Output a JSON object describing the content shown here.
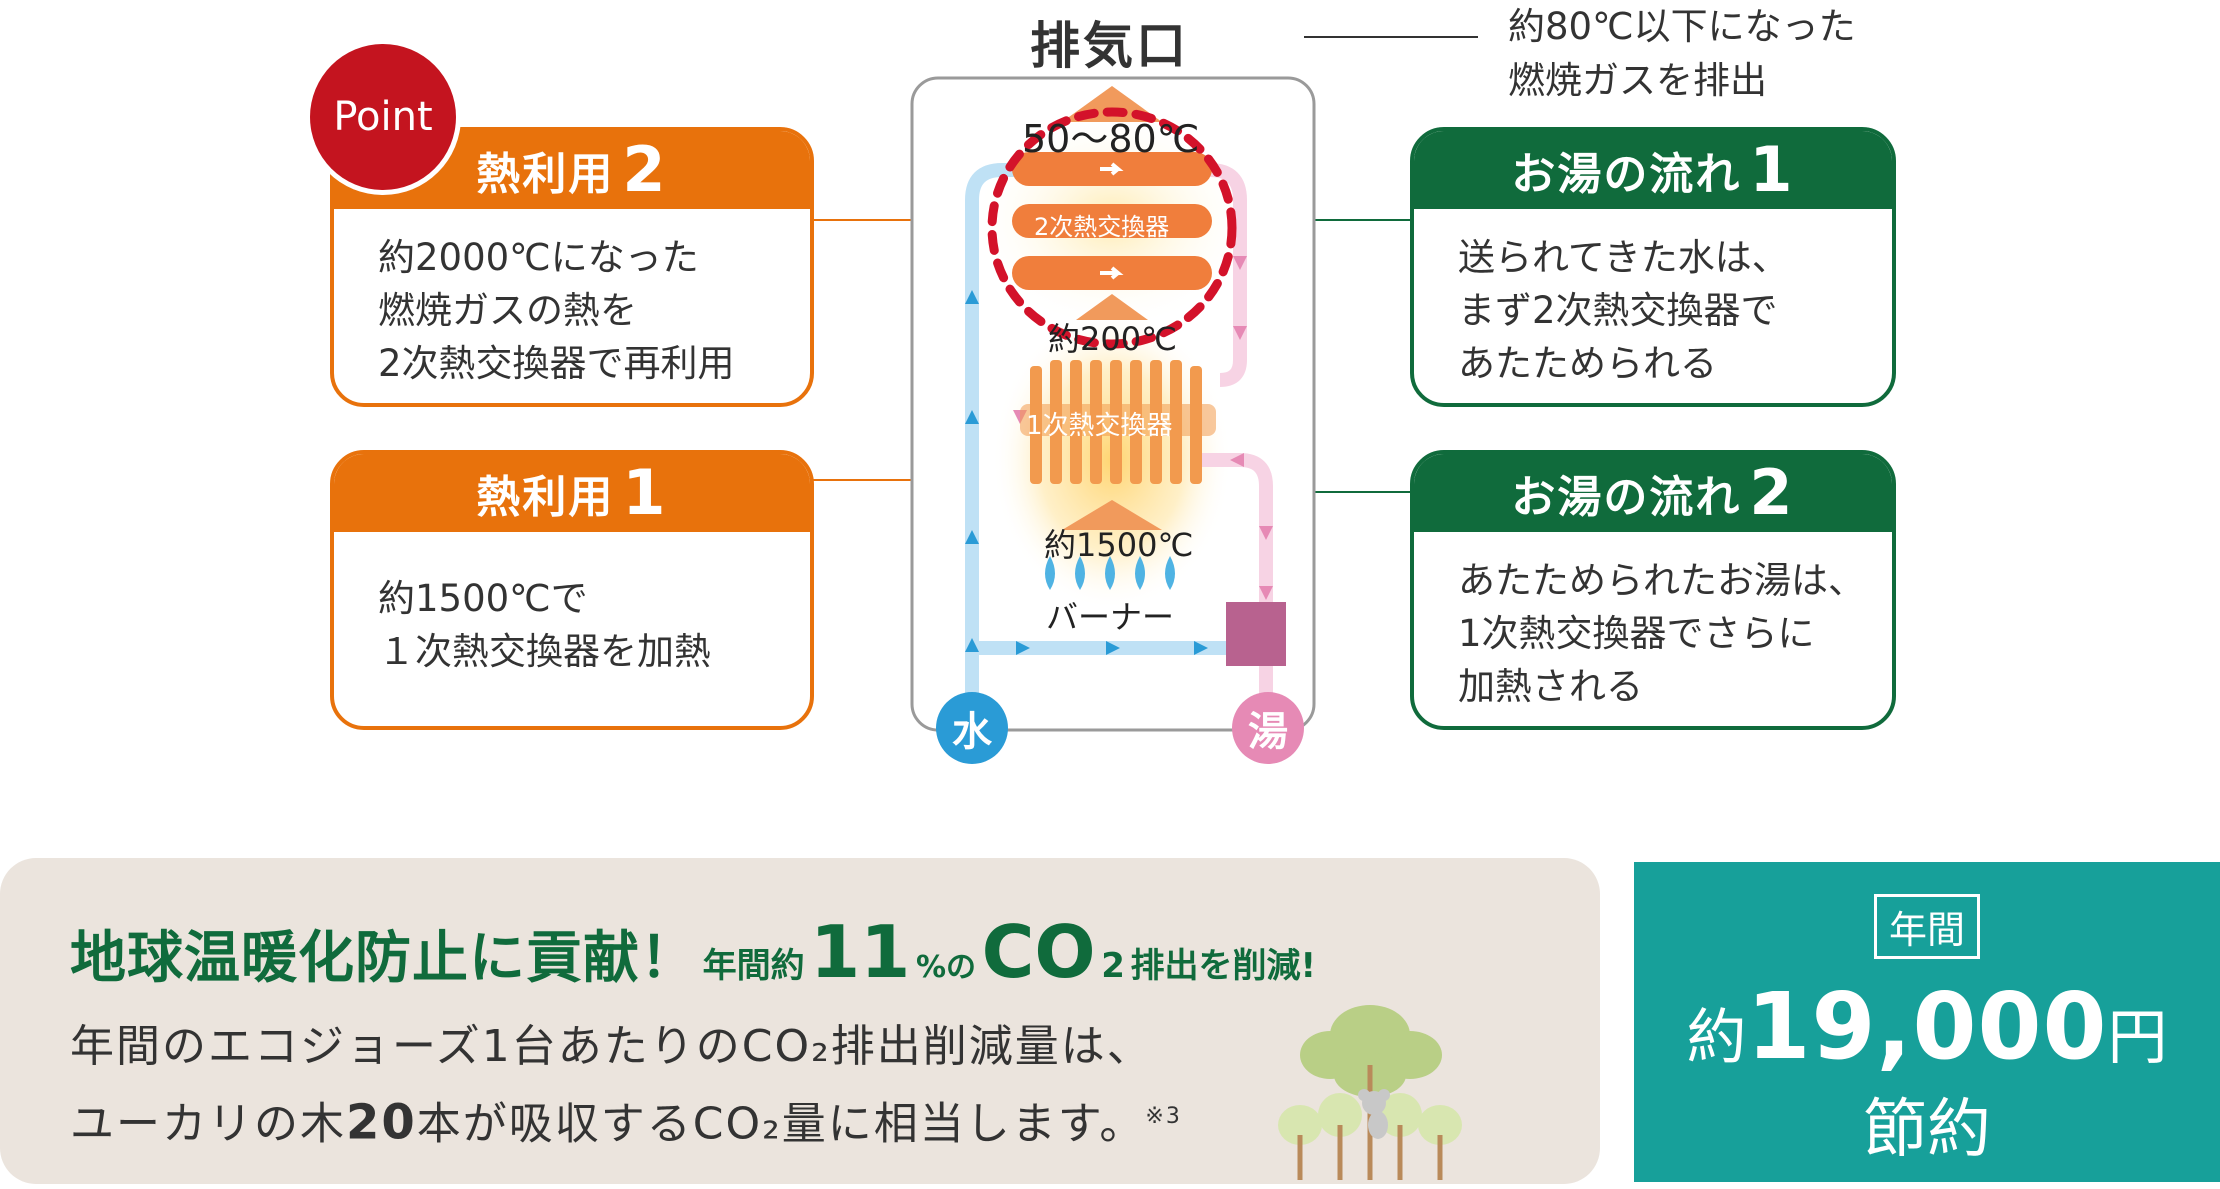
{
  "exhaust": {
    "title": "排気口",
    "note_line1": "約80℃以下になった",
    "note_line2": "燃焼ガスを排出"
  },
  "point_badge": "Point",
  "heat_use_2": {
    "title": "熱利用",
    "number": "2",
    "lines": [
      "約2000℃になった",
      "燃焼ガスの熱を",
      "2次熱交換器で再利用"
    ]
  },
  "heat_use_1": {
    "title": "熱利用",
    "number": "1",
    "lines": [
      "約1500℃で",
      "１次熱交換器を加熱"
    ]
  },
  "water_flow_1": {
    "title": "お湯の流れ",
    "number": "1",
    "lines": [
      "送られてきた水は、",
      "まず2次熱交換器で",
      "あたためられる"
    ]
  },
  "water_flow_2": {
    "title": "お湯の流れ",
    "number": "2",
    "lines": [
      "あたためられたお湯は、",
      "1次熱交換器でさらに",
      "加熱される"
    ]
  },
  "diagram": {
    "temp_top": "50～80℃",
    "secondary_exchanger": "2次熱交換器",
    "temp_mid": "約200℃",
    "primary_exchanger": "1次熱交換器",
    "temp_low": "約1500℃",
    "burner": "バーナー",
    "water_badge": "水",
    "hot_water_badge": "湯"
  },
  "colors": {
    "orange": "#e8720c",
    "green": "#106b3c",
    "point_red": "#c4141f",
    "water_blue": "#2a9bd6",
    "hot_pink": "#e68ab5",
    "teal": "#17a09a",
    "band_beige": "#ebe4dd"
  },
  "bottom": {
    "headline": "地球温暖化防止に貢献！",
    "sub_prefix": "年間約",
    "sub_number": "11",
    "sub_pct": "%の",
    "sub_co2": "CO",
    "sub_co2_sub": "2",
    "sub_suffix": "排出を削減!",
    "line1": "年間のエコジョーズ1台あたりのCO₂排出削減量は、",
    "line2_a": "ユーカリの木",
    "line2_num": "20",
    "line2_b": "本が吸収するCO₂量に相当します。",
    "footnote": "※3"
  },
  "savings": {
    "year": "年間",
    "prefix": "約",
    "amount": "19,000",
    "unit": "円",
    "label": "節約"
  }
}
